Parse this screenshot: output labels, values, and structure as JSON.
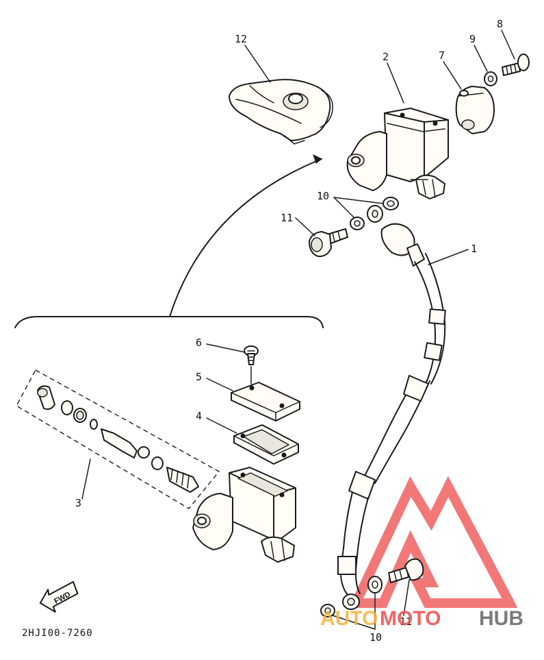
{
  "callouts": {
    "c1": "1",
    "c2": "2",
    "c3": "3",
    "c4": "4",
    "c5": "5",
    "c6": "6",
    "c7": "7",
    "c8": "8",
    "c9": "9",
    "c10a": "10",
    "c10b": "10",
    "c11a": "11",
    "c11b": "11",
    "c12": "12"
  },
  "fwd_label": "FWD",
  "diagram_code": "2HJI00-7260",
  "watermark": {
    "part1": "AUTO",
    "part2": "MOTO",
    "part3": "HUB",
    "colors": {
      "auto": "#f5b33b",
      "moto": "#ee4b4b",
      "hub": "#6c6c6c",
      "logo": "#ee4b4b"
    }
  }
}
